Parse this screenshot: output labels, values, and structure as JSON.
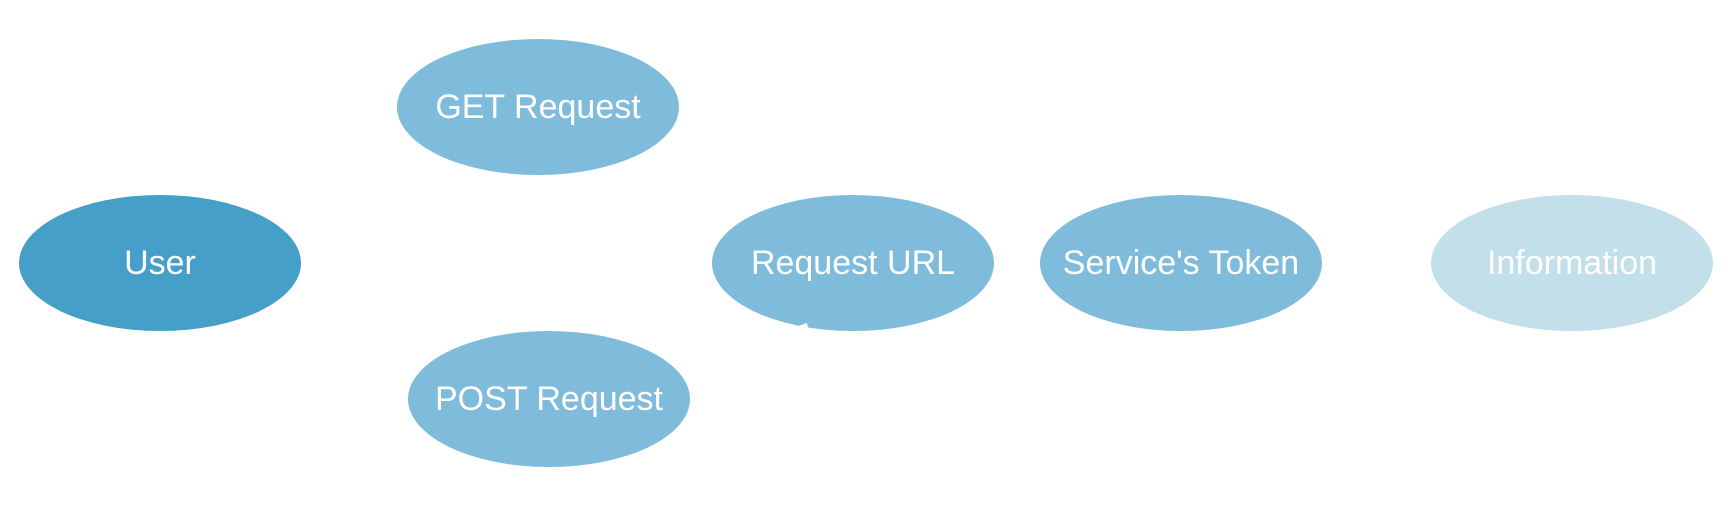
{
  "colors": {
    "background": "#ffffff",
    "primary_node": "#459fc9",
    "secondary_node": "#7fbbdb",
    "faded_node": "#c3dfea",
    "label": "#ffffff"
  },
  "nodes": {
    "user": {
      "label": "User"
    },
    "get_request": {
      "label": "GET Request"
    },
    "post_request": {
      "label": "POST Request"
    },
    "request_url": {
      "label": "Request URL"
    },
    "service_token": {
      "label": "Service's Token"
    },
    "information": {
      "label": "Information"
    }
  }
}
